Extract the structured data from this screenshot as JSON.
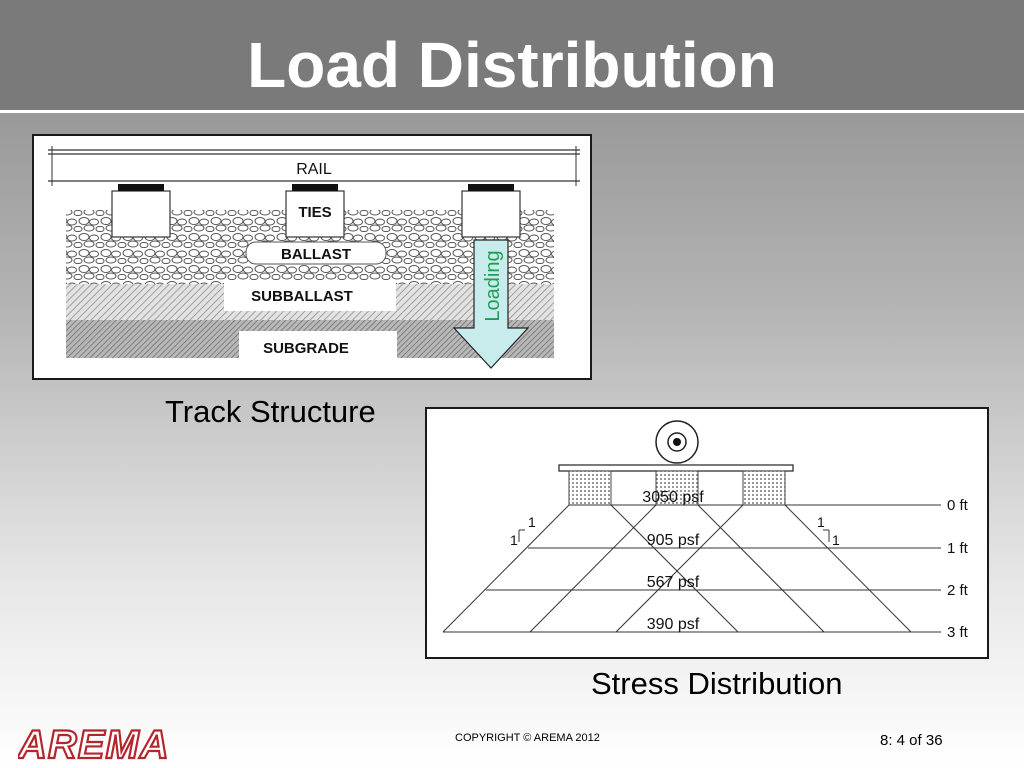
{
  "slide": {
    "title": "Load Distribution",
    "copyright": "COPYRIGHT © AREMA 2012",
    "page": "8: 4 of 36",
    "logo_text": "AREMA"
  },
  "track_figure": {
    "caption": "Track Structure",
    "labels": {
      "rail": "RAIL",
      "ties": "TIES",
      "ballast": "BALLAST",
      "subballast": "SUBBALLAST",
      "subgrade": "SUBGRADE",
      "loading": "Loading"
    }
  },
  "stress_figure": {
    "caption": "Stress Distribution",
    "slope_rise": "1",
    "slope_run": "1",
    "levels": [
      {
        "stress": "3050 psf",
        "depth": "0 ft"
      },
      {
        "stress": "905 psf",
        "depth": "1 ft"
      },
      {
        "stress": "567 psf",
        "depth": "2 ft"
      },
      {
        "stress": "390 psf",
        "depth": "3 ft"
      }
    ]
  },
  "colors": {
    "title_bar": "#7a7a7a",
    "loading_arrow_fill": "#c8ecec",
    "loading_text": "#1f9d55",
    "logo_red": "#b3262b"
  }
}
